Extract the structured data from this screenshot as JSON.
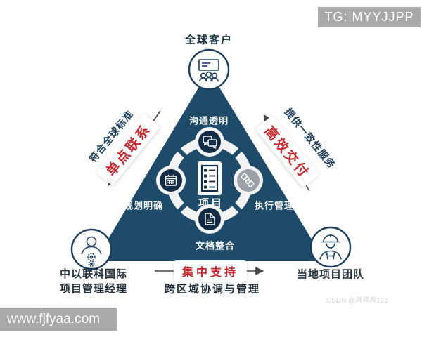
{
  "watermarks": {
    "tg_badge": "TG: MYYJJPP",
    "site_badge": "www.fjfyaa.com",
    "csdn_credit": "CSDN @月月月123"
  },
  "actors": {
    "top": {
      "label": "全球客户",
      "icon": "presentation-audience-icon"
    },
    "bottom_left": {
      "label_line1": "中以联科国际",
      "label_line2": "项目管理经理",
      "icon": "manager-gears-icon"
    },
    "bottom_right": {
      "label": "当地项目团队",
      "icon": "construction-worker-icon"
    }
  },
  "edges": {
    "left": {
      "sub": "符合全球标准",
      "main": "单点联系"
    },
    "right": {
      "sub": "提供一致性服务",
      "main": "高效交付"
    },
    "bottom": {
      "main": "集中支持",
      "sub": "跨区域协调与管理"
    }
  },
  "ring": {
    "center": "项目",
    "center_icon": "checklist-clipboard-icon",
    "nodes": {
      "top": {
        "label": "沟通透明",
        "icon": "chat-bubbles-icon"
      },
      "left": {
        "label": "规划明确",
        "icon": "calendar-icon"
      },
      "right": {
        "label": "执行管理",
        "icon": "handshake-icon"
      },
      "bottom": {
        "label": "文档整合",
        "icon": "document-icon"
      }
    }
  },
  "colors": {
    "triangle_navy": "#1e4b69",
    "node_navy": "#132c45",
    "ring_white": "#f2f3f3",
    "handshake_gray": "#9aa1a8",
    "accent_red": "#c1272d",
    "arrow_gray": "#474747",
    "badge_gray": "#a9a9a9"
  }
}
